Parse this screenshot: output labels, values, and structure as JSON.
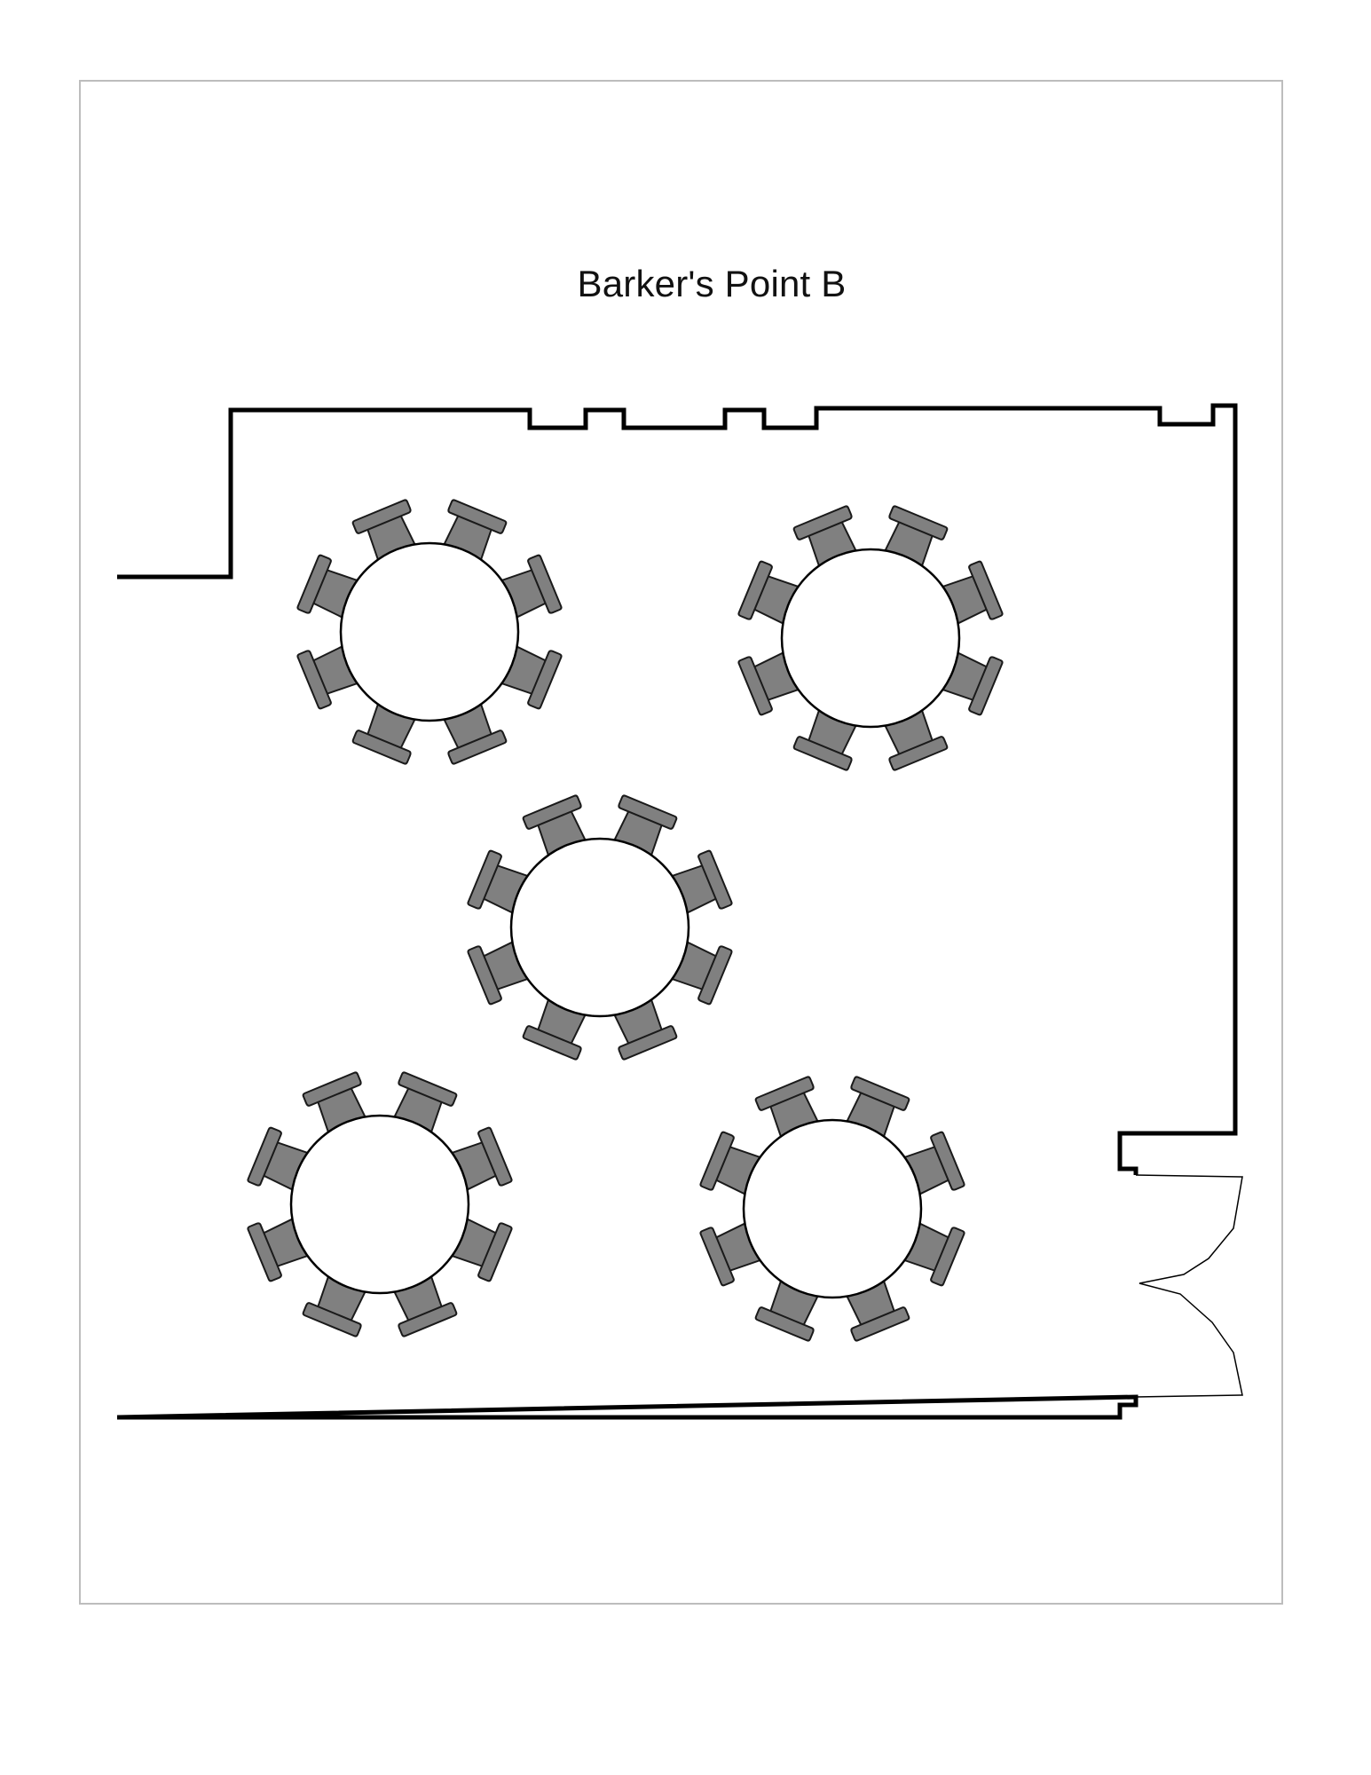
{
  "page": {
    "title": "Barker's Point B"
  },
  "legend": {
    "table_shape": "round",
    "seats_per_table": 8
  },
  "tables": [
    {
      "id": "table-1",
      "seats": 8
    },
    {
      "id": "table-2",
      "seats": 8
    },
    {
      "id": "table-3",
      "seats": 8
    },
    {
      "id": "table-4",
      "seats": 8
    },
    {
      "id": "table-5",
      "seats": 8
    }
  ],
  "colors": {
    "wall": "#000000",
    "chair_fill": "#808080",
    "chair_stroke": "#1a1a1a",
    "table_fill": "#ffffff",
    "sheet_border": "#bdbdbd"
  }
}
